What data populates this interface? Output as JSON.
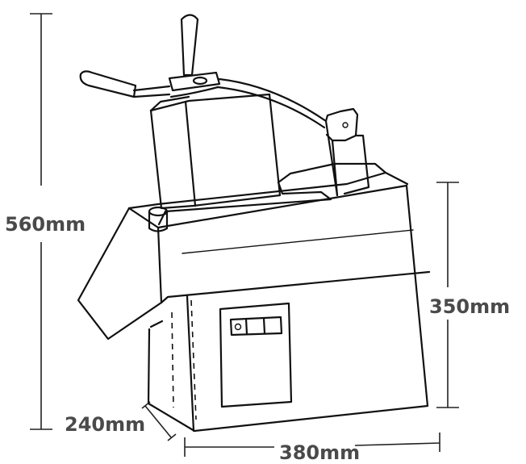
{
  "dimensions": {
    "height": "560mm",
    "body_height": "350mm",
    "depth": "240mm",
    "width": "380mm"
  },
  "colors": {
    "ink": "#111111",
    "label": "#4a4a4a",
    "background": "#ffffff"
  }
}
